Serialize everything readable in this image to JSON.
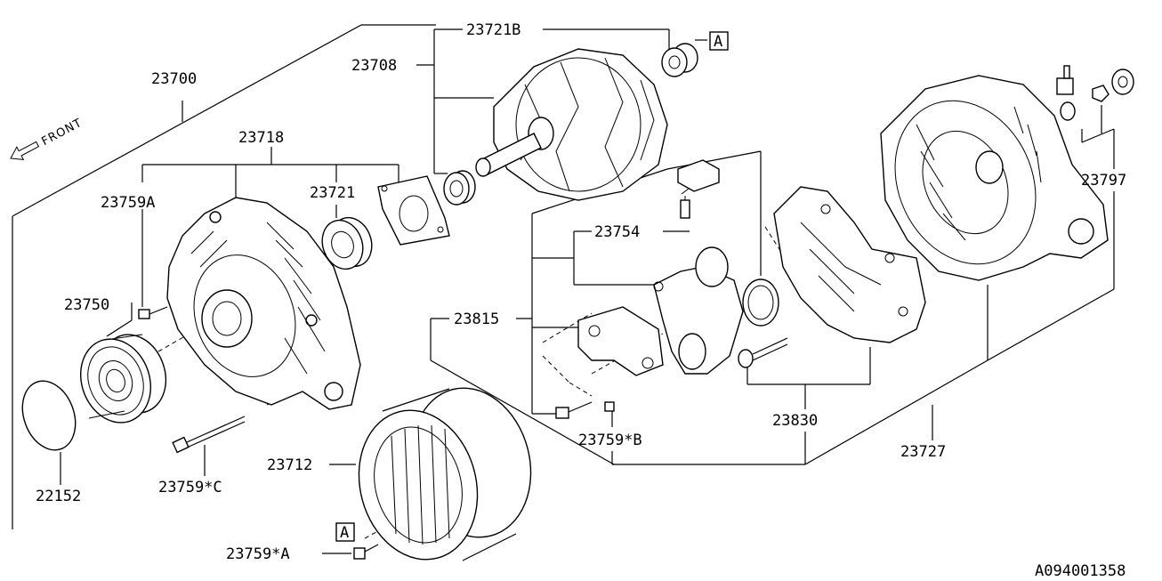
{
  "front_label": "FRONT",
  "drawing_id": "A094001358",
  "labels": {
    "p23700": "23700",
    "p23718": "23718",
    "p23759A": "23759A",
    "p23750": "23750",
    "p22152": "22152",
    "p23759C": "23759*C",
    "p23708": "23708",
    "p23721B": "23721B",
    "p23721": "23721",
    "p23754": "23754",
    "p23815": "23815",
    "p23759B": "23759*B",
    "p23712": "23712",
    "p23759sA": "23759*A",
    "p23830": "23830",
    "p23727": "23727",
    "p23797": "23797",
    "refA_top": "A",
    "refA_bottom": "A"
  }
}
